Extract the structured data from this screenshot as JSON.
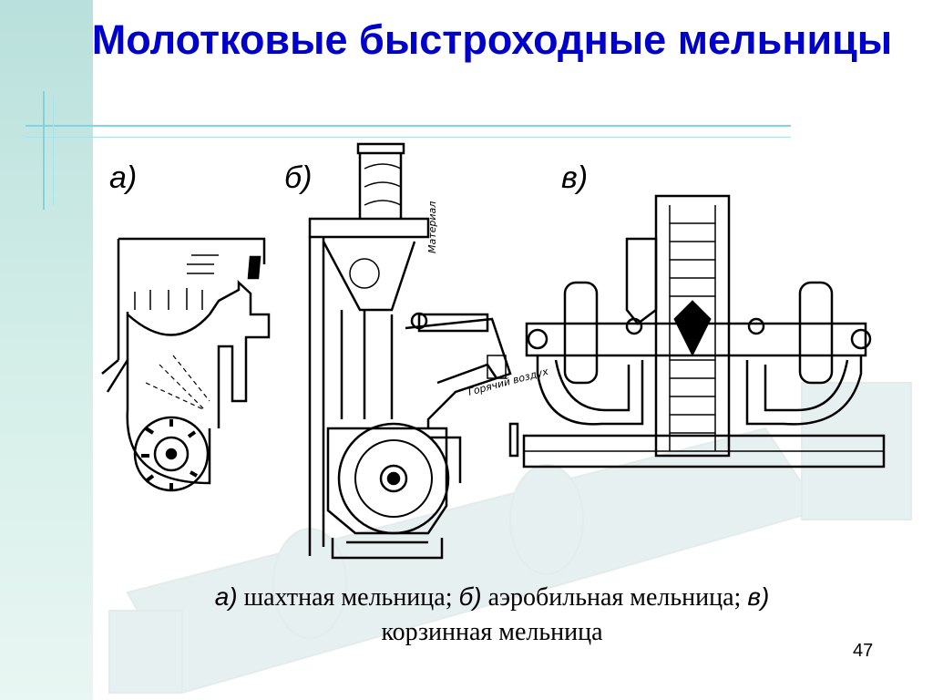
{
  "slide": {
    "title": "Молотковые быстроходные мельницы",
    "page_number": "47"
  },
  "labels": {
    "a": "а)",
    "b": "б)",
    "v": "в)"
  },
  "drawing_text": {
    "material": "Материал",
    "hot_air": "Горячий воздух"
  },
  "caption": {
    "a_mark": "а)",
    "a_text": " шахтная мельница; ",
    "b_mark": "б)",
    "b_text": " аэробильная мельница; ",
    "v_mark": "в)",
    "v_text": "корзинная мельница"
  },
  "colors": {
    "title": "#0000cc",
    "accent_lines": "#7fd3e2",
    "left_band": "#b9e0dc"
  }
}
